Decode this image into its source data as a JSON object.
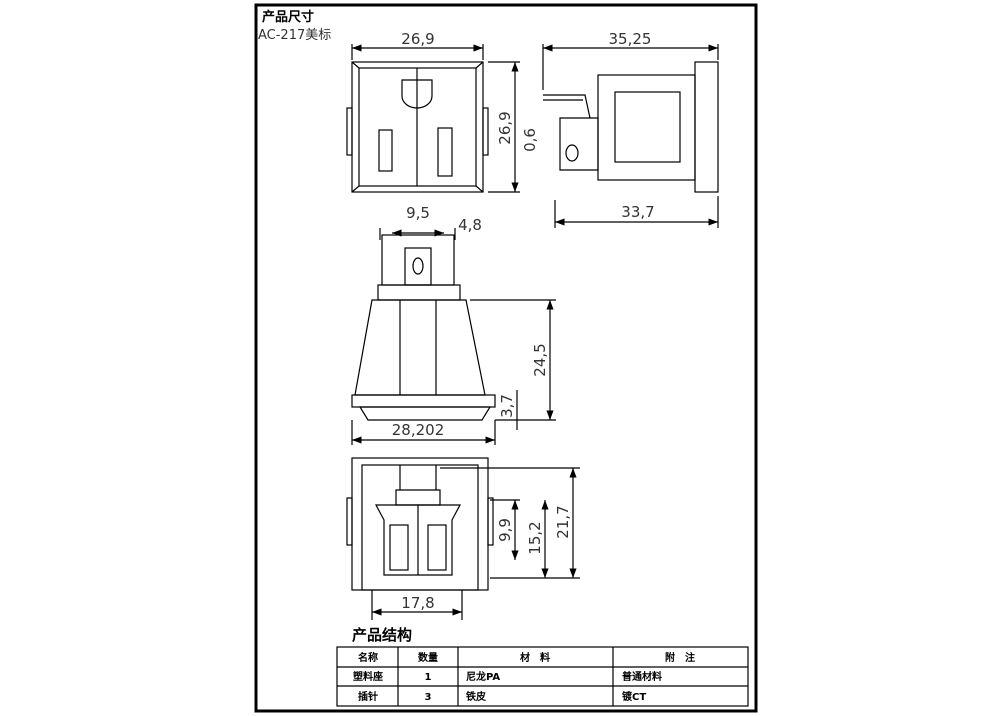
{
  "header": {
    "section_title": "产品尺寸",
    "model": "AC-217美标"
  },
  "dimensions": {
    "front_width": "26,9",
    "front_height": "26,9",
    "side_length": "35,25",
    "side_thickness": "0,6",
    "side_body": "33,7",
    "pin_spacing": "9,5",
    "pin_width": "4,8",
    "body_height": "24,5",
    "flange_height": "3,7",
    "flange_width": "28,202",
    "bottom_inner": "9,9",
    "bottom_mid": "15,2",
    "bottom_total": "21,7",
    "bottom_width": "17,8"
  },
  "structure": {
    "title": "产品结构",
    "headers": [
      "名称",
      "数量",
      "材　料",
      "附　注"
    ],
    "rows": [
      [
        "塑料座",
        "1",
        "尼龙PA",
        "普通材料"
      ],
      [
        "插针",
        "3",
        "铁皮",
        "镀CT"
      ]
    ]
  }
}
